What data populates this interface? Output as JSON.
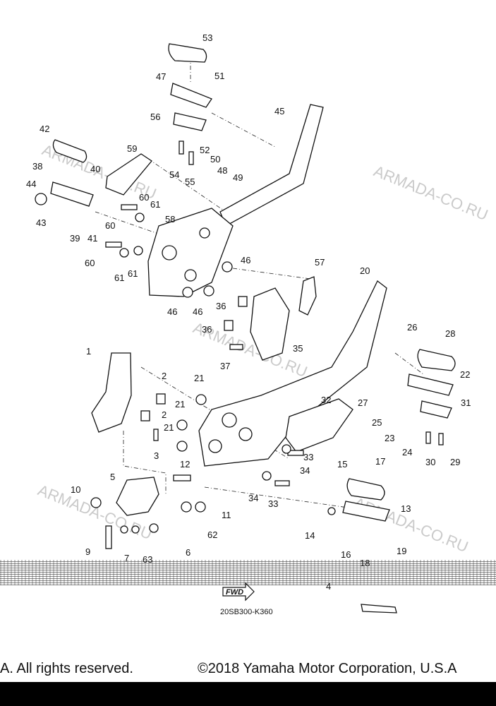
{
  "diagram": {
    "code": "20SB300-K360",
    "watermark": "ARMADA-CO.RU",
    "fwd_label": "FWD",
    "labels": [
      "1",
      "2",
      "2",
      "3",
      "4",
      "5",
      "6",
      "7",
      "9",
      "10",
      "11",
      "12",
      "13",
      "14",
      "15",
      "16",
      "17",
      "18",
      "19",
      "20",
      "21",
      "21",
      "21",
      "22",
      "23",
      "24",
      "25",
      "26",
      "27",
      "28",
      "29",
      "30",
      "31",
      "32",
      "33",
      "33",
      "34",
      "34",
      "35",
      "36",
      "36",
      "37",
      "38",
      "39",
      "40",
      "41",
      "42",
      "43",
      "44",
      "45",
      "46",
      "46",
      "46",
      "47",
      "48",
      "49",
      "50",
      "51",
      "52",
      "53",
      "54",
      "55",
      "56",
      "57",
      "58",
      "59",
      "60",
      "60",
      "60",
      "61",
      "61",
      "61",
      "62",
      "63"
    ]
  },
  "footer": {
    "left_text": "A. All rights reserved.",
    "right_text": "©2018 Yamaha Motor Corporation, U.S.A"
  }
}
